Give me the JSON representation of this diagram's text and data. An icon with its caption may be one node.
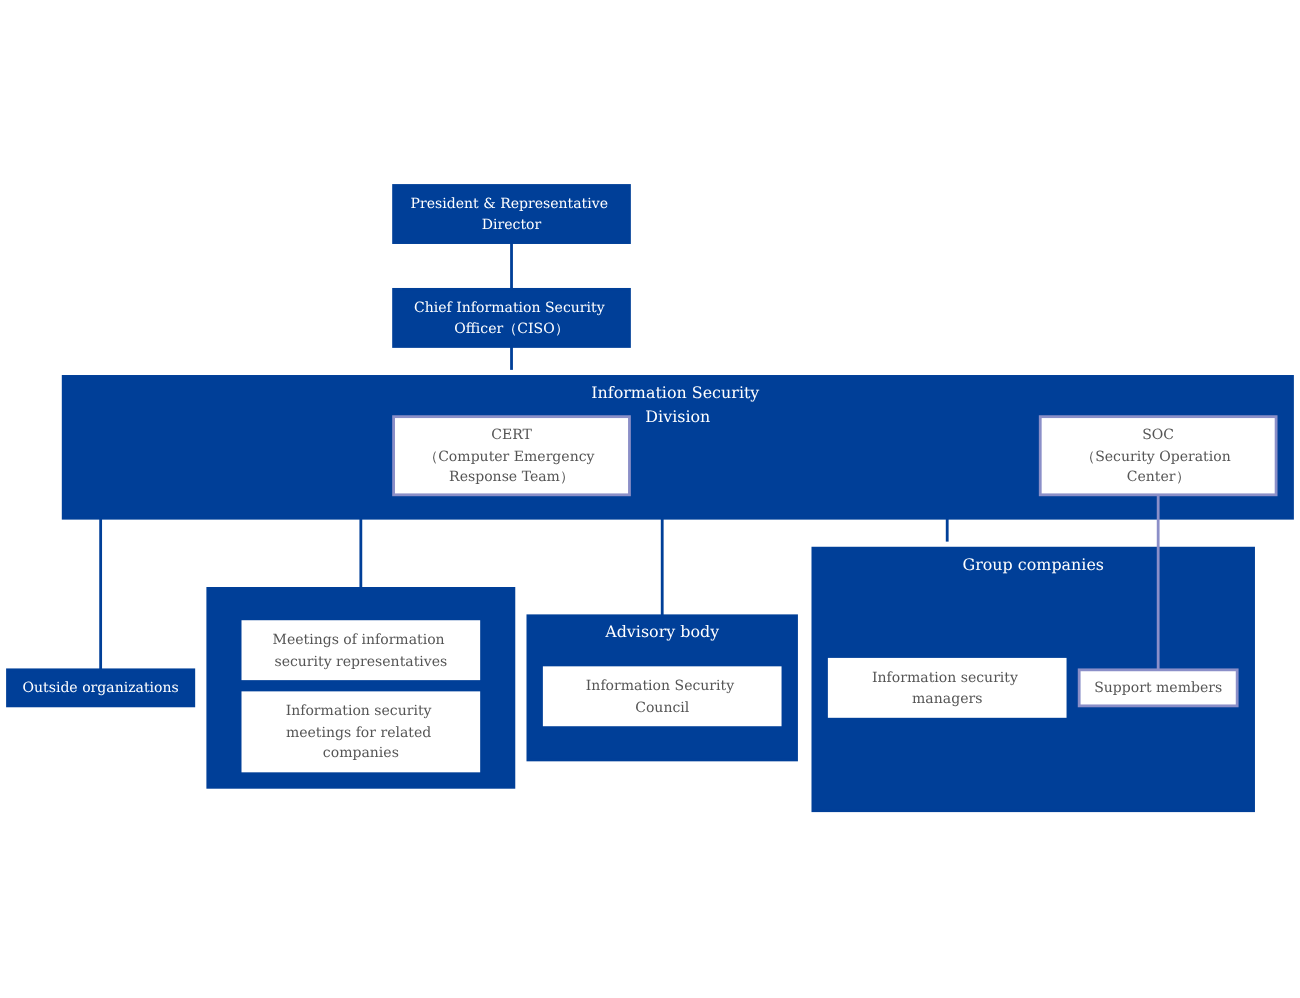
{
  "diagram": {
    "nodes": [
      {
        "text": [
          "President & Representative Director"
        ]
      },
      {
        "text": [
          "Chief Information Security Officer（CISO）"
        ]
      },
      {
        "text": [
          "Information Security Division"
        ]
      },
      {
        "text": [
          "CERT",
          "（Computer Emergency Response Team）"
        ],
        "in": 2
      },
      {
        "text": [
          "SOC",
          "（Security Operation Center）"
        ],
        "in": 2
      },
      {
        "text": [
          "Outside organizations"
        ]
      },
      {
        "text": [],
        "shape": "box"
      },
      {
        "text": [
          "Meetings of information security representatives"
        ],
        "in": 6
      },
      {
        "text": [
          "Information security meetings for related companies"
        ],
        "in": 6
      },
      {
        "text": [
          "Advisory body"
        ]
      },
      {
        "text": [
          "Information Security Council"
        ],
        "in": 9
      },
      {
        "text": [
          "Group companies"
        ]
      },
      {
        "text": [
          "Information security managers"
        ],
        "in": 11
      },
      {
        "text": [
          "Support members"
        ],
        "in": 11
      }
    ],
    "edges": [
      {
        "from": 0,
        "to": 1,
        "arrow": "none"
      },
      {
        "from": 1,
        "to": 2,
        "arrow": "none"
      },
      {
        "from": 2,
        "to": 5,
        "arrow": "none"
      },
      {
        "from": 2,
        "to": 6,
        "arrow": "none"
      },
      {
        "from": 2,
        "to": 9,
        "arrow": "none"
      },
      {
        "from": 2,
        "to": 11,
        "arrow": "none"
      },
      {
        "from": 4,
        "to": 13,
        "arrow": "none",
        "color": "#8b8fc8"
      }
    ]
  }
}
